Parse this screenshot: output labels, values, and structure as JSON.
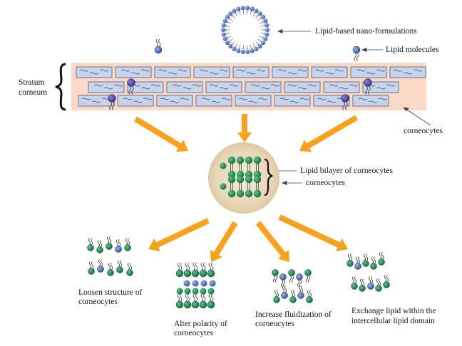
{
  "labels": {
    "nano_formulations": "Lipid-based nano-formulations",
    "lipid_molecules": "Lipid molecules",
    "stratum_corneum_line1": "Stratum",
    "stratum_corneum_line2": "corneum",
    "corneocytes_top": "corneocytes",
    "lipid_bilayer": "Lipid bilayer of corneocytes",
    "corneocytes_center": "corneocytes",
    "loosen": "Loosen structure of corneocytes",
    "alter": "Alter polarity of corneocytes",
    "increase": "Increase fluidization of corneocytes",
    "exchange": "Exchange lipid within the intercellular lipid domain"
  },
  "colors": {
    "arrow": "#f7a21e",
    "skin_band": "#fbd9c6",
    "cell_fill": "#c9d4e8",
    "lipid_green": "#1a8a4a",
    "lipid_blue": "#3a5fb0",
    "nucleus_bg": "#e6d6b8"
  }
}
